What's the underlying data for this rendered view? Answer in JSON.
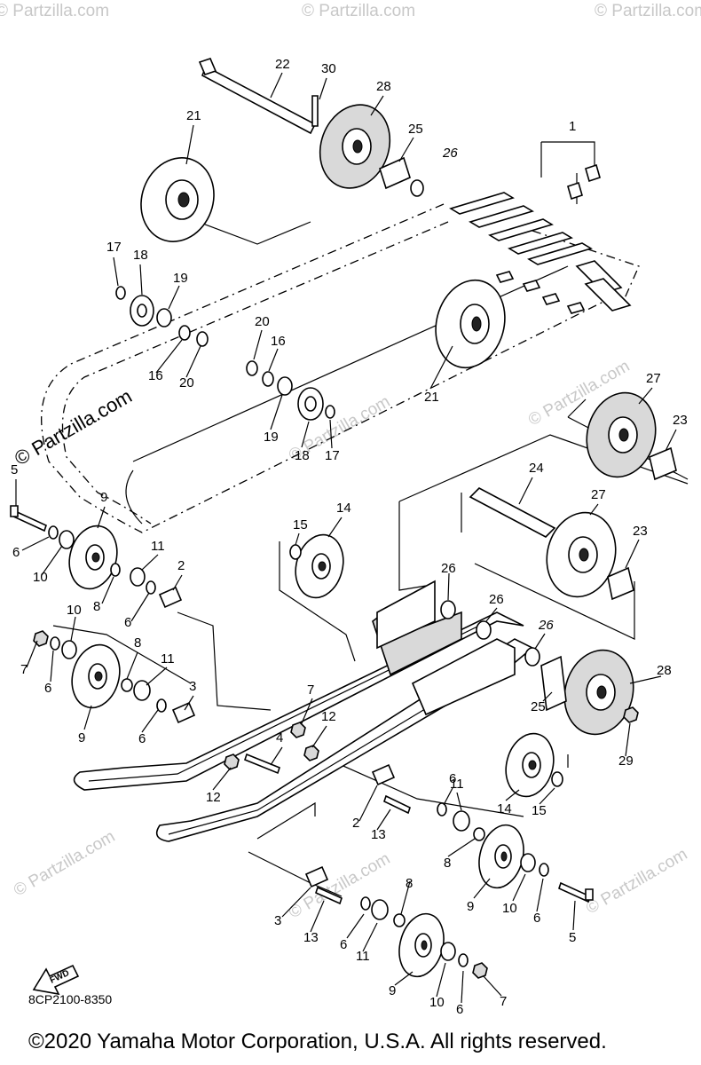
{
  "diagram_code": "8CP2100-8350",
  "copyright": "©2020 Yamaha Motor Corporation, U.S.A. All rights reserved.",
  "watermark": "© Partzilla.com",
  "fwd_label": "FWD",
  "callouts": {
    "c1": "1",
    "c2a": "2",
    "c2b": "2",
    "c3a": "3",
    "c3b": "3",
    "c4": "4",
    "c5a": "5",
    "c5b": "5",
    "c6a": "6",
    "c6b": "6",
    "c6c": "6",
    "c6d": "6",
    "c6e": "6",
    "c6f": "6",
    "c6g": "6",
    "c6h": "6",
    "c7a": "7",
    "c7b": "7",
    "c7c": "7",
    "c8a": "8",
    "c8b": "8",
    "c8c": "8",
    "c8d": "8",
    "c9a": "9",
    "c9b": "9",
    "c9c": "9",
    "c9d": "9",
    "c10a": "10",
    "c10b": "10",
    "c10c": "10",
    "c10d": "10",
    "c11a": "11",
    "c11b": "11",
    "c11c": "11",
    "c11d": "11",
    "c12a": "12",
    "c12b": "12",
    "c13a": "13",
    "c13b": "13",
    "c14a": "14",
    "c14b": "14",
    "c15a": "15",
    "c15b": "15",
    "c16a": "16",
    "c16b": "16",
    "c17a": "17",
    "c17b": "17",
    "c18a": "18",
    "c18b": "18",
    "c19a": "19",
    "c19b": "19",
    "c20a": "20",
    "c20b": "20",
    "c21a": "21",
    "c21b": "21",
    "c22": "22",
    "c23a": "23",
    "c23b": "23",
    "c24": "24",
    "c25a": "25",
    "c25b": "25",
    "c26a": "26",
    "c26b": "26",
    "c26c": "26",
    "c26d": "26",
    "c27a": "27",
    "c27b": "27",
    "c28a": "28",
    "c28b": "28",
    "c29": "29",
    "c30": "30"
  }
}
